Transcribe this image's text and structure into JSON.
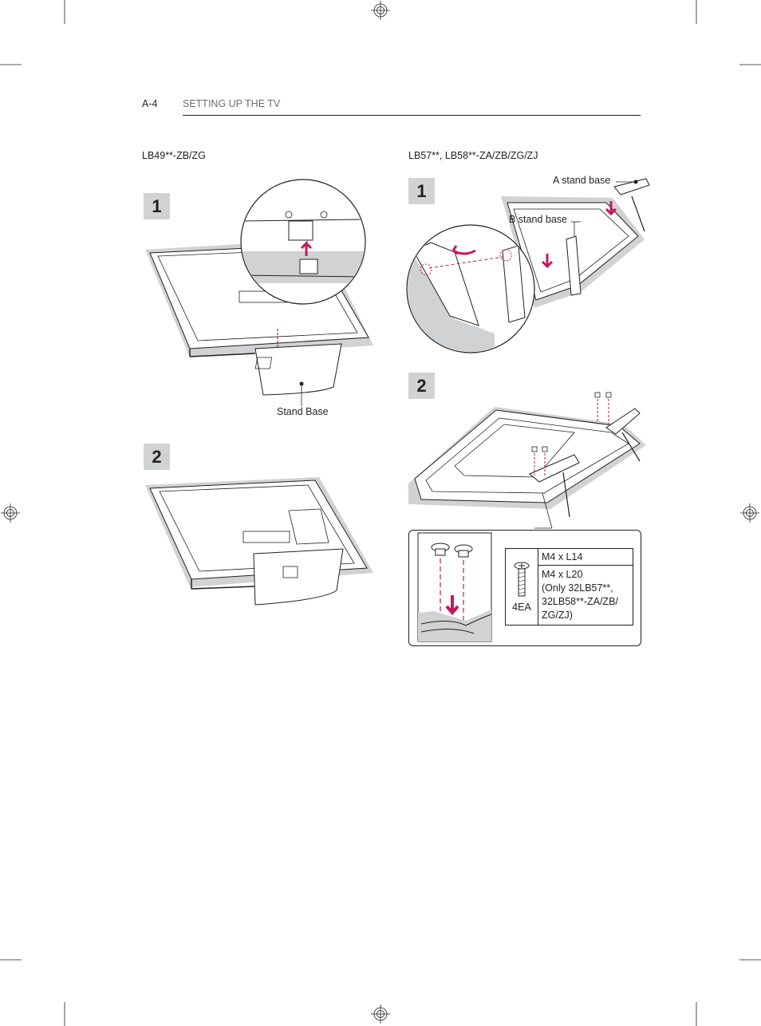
{
  "header": {
    "page_number": "A-4",
    "section_title": "SETTING UP THE TV"
  },
  "left": {
    "model_title": "LB49**-ZB/ZG",
    "step1_number": "1",
    "step2_number": "2",
    "stand_base_label": "Stand Base"
  },
  "right": {
    "model_title": "LB57**, LB58**-ZA/ZB/ZG/ZJ",
    "step1_number": "1",
    "step2_number": "2",
    "a_stand_base_label": "A stand base",
    "b_stand_base_label": "B stand base",
    "screw_quantity": "4EA",
    "screw_spec_1": "M4 x L14",
    "screw_spec_2_line1": "M4 x L20",
    "screw_spec_2_line2": "(Only 32LB57**,",
    "screw_spec_2_line3": "32LB58**-ZA/ZB/",
    "screw_spec_2_line4": "ZG/ZJ)"
  },
  "colors": {
    "accent_magenta": "#c4185c",
    "shadow_gray": "#d1d2d4",
    "line_black": "#231f20"
  }
}
